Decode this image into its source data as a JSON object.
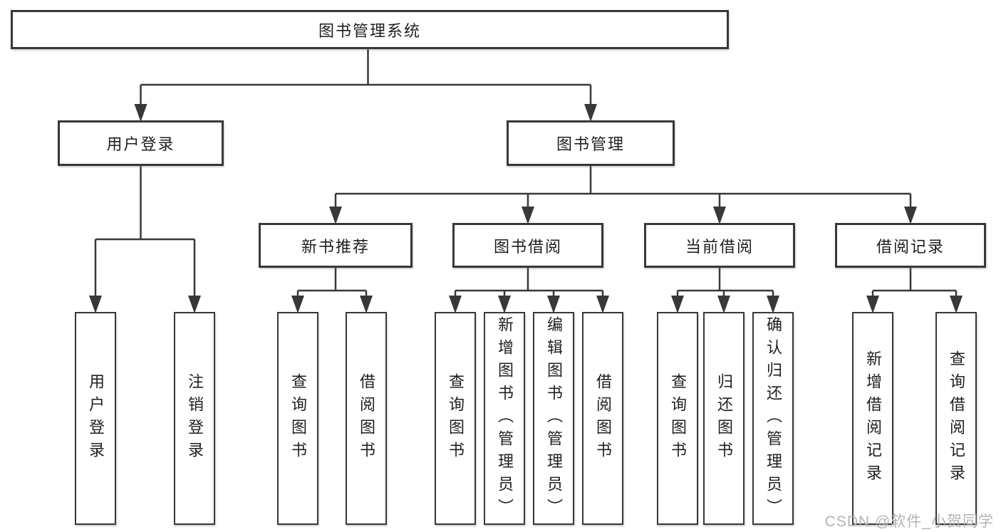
{
  "diagram": {
    "root": {
      "label": "图书管理系统"
    },
    "branches": [
      {
        "label": "用户登录",
        "children": [
          {
            "label": "用户登录"
          },
          {
            "label": "注销登录"
          }
        ]
      },
      {
        "label": "图书管理",
        "children": [
          {
            "label": "新书推荐",
            "children": [
              {
                "label": "查询图书"
              },
              {
                "label": "借阅图书"
              }
            ]
          },
          {
            "label": "图书借阅",
            "children": [
              {
                "label": "查询图书"
              },
              {
                "label": "新增图书（管理员）"
              },
              {
                "label": "编辑图书（管理员）"
              },
              {
                "label": "借阅图书"
              }
            ]
          },
          {
            "label": "当前借阅",
            "children": [
              {
                "label": "查询图书"
              },
              {
                "label": "归还图书"
              },
              {
                "label": "确认归还（管理员）"
              }
            ]
          },
          {
            "label": "借阅记录",
            "children": [
              {
                "label": "新增借阅记录"
              },
              {
                "label": "查询借阅记录"
              }
            ]
          }
        ]
      }
    ]
  },
  "watermark": {
    "text": "CSDN @软件_小贺同学"
  },
  "colors": {
    "line": "#383838",
    "box_border": "#383838",
    "box_fill": "#ffffff",
    "text": "#1f1f1f",
    "watermark": "#b3b3b3",
    "background": "#ffffff"
  }
}
